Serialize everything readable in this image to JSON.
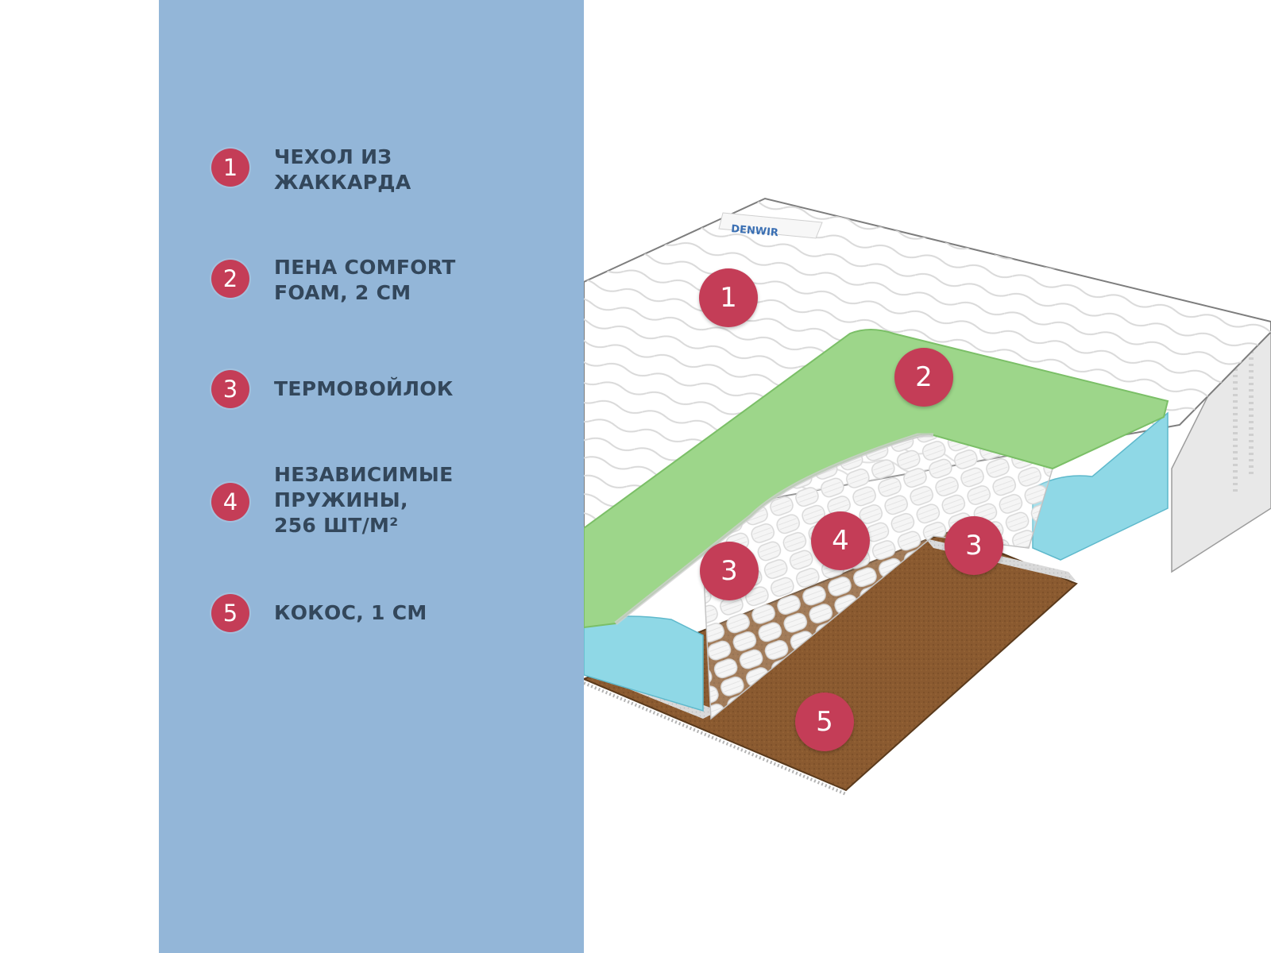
{
  "colors": {
    "panel_bg": "#93b6d8",
    "badge": "#c43d57",
    "text": "#33475b",
    "foam_green": "#9dd68a",
    "foam_blue": "#8fd8e6",
    "coconut": "#8a5a30"
  },
  "legend": [
    {
      "number": "1",
      "lines": [
        "ЧЕХОЛ ИЗ",
        "ЖАККАРДА"
      ]
    },
    {
      "number": "2",
      "lines": [
        "ПЕНА COMFORT",
        "FOAM, 2 СМ"
      ]
    },
    {
      "number": "3",
      "lines": [
        "ТЕРМОВОЙЛОК"
      ]
    },
    {
      "number": "4",
      "lines": [
        "НЕЗАВИСИМЫЕ",
        "ПРУЖИНЫ,",
        "256 ШТ/М²"
      ]
    },
    {
      "number": "5",
      "lines": [
        "КОКОС, 1 СМ"
      ]
    }
  ],
  "brand": "DENWIR",
  "markers": [
    "1",
    "2",
    "3",
    "4",
    "3",
    "5"
  ]
}
